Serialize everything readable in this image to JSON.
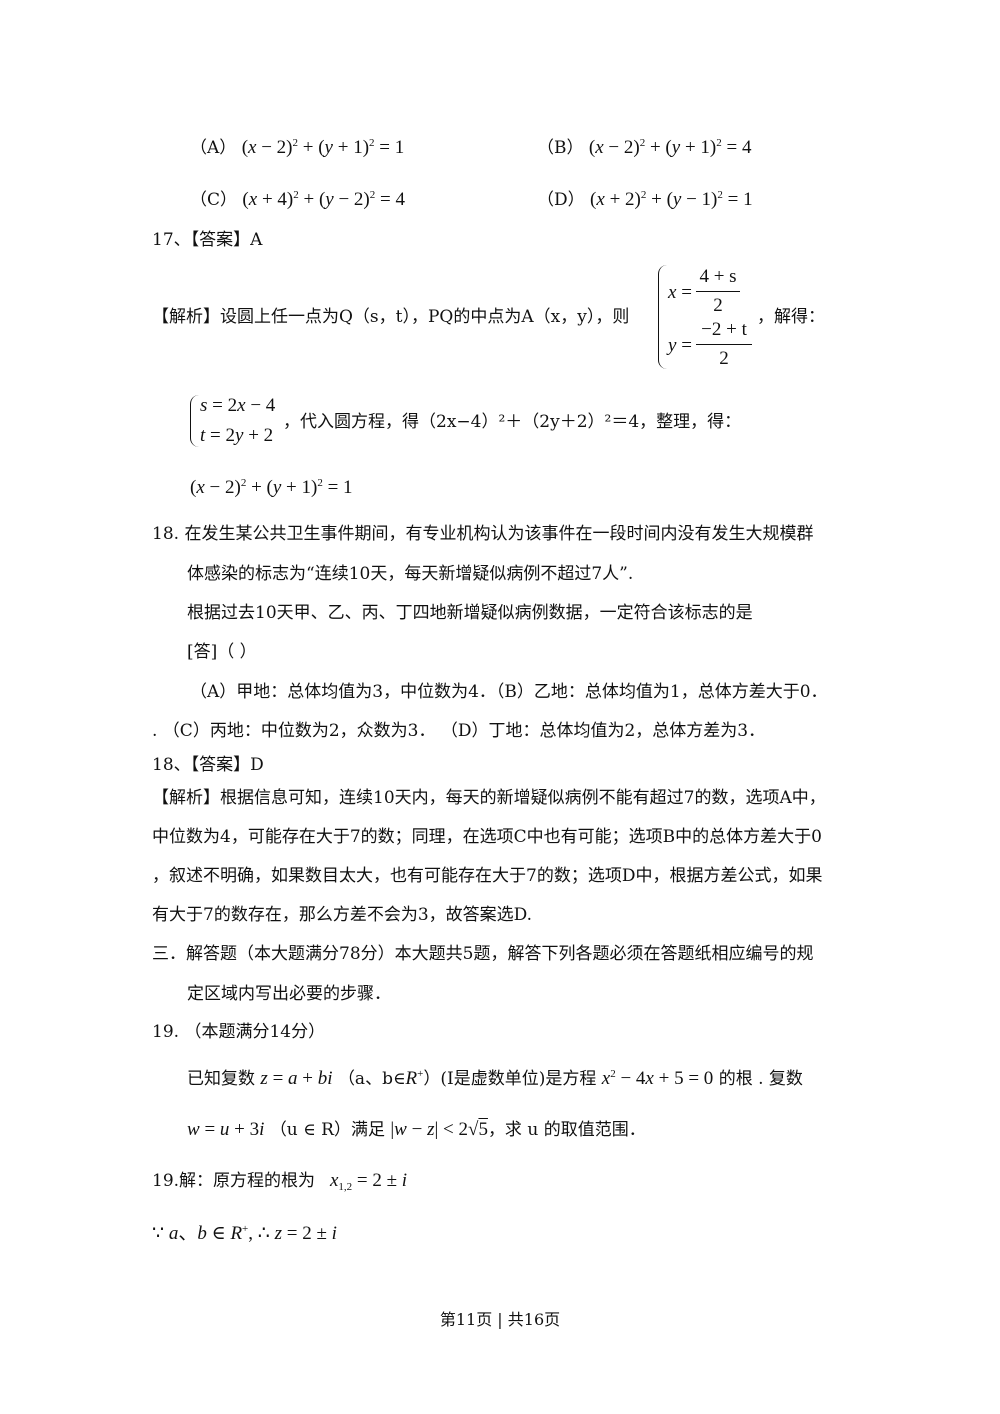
{
  "options_q17": {
    "a_label": "（A）",
    "a_expr": "(x−2)² + (y+1)² = 1",
    "b_label": "（B）",
    "b_expr": "(x−2)² + (y+1)² = 4",
    "c_label": "（C）",
    "c_expr": "(x+4)² + (y−2)² = 4",
    "d_label": "（D）",
    "d_expr": "(x+2)² + (y−1)² = 1"
  },
  "q17_answer": "17、【答案】A",
  "q17_analysis": {
    "intro": "【解析】设圆上任一点为Q（s，t），PQ的中点为A（x，y），则",
    "sys1_x_lhs": "x =",
    "sys1_x_num": "4 + s",
    "sys1_x_den": "2",
    "sys1_y_lhs": "y =",
    "sys1_y_num": "−2 + t",
    "sys1_y_den": "2",
    "after_sys1": "，解得：",
    "sys2_s": "s = 2x − 4",
    "sys2_t": "t = 2y + 2",
    "after_sys2": "，代入圆方程，得（2x−4）²＋（2y＋2）²＝4，整理，得：",
    "result": "(x−2)² + (y+1)² = 1"
  },
  "q18": {
    "line1": "18. 在发生某公共卫生事件期间，有专业机构认为该事件在一段时间内没有发生大规模群",
    "line2": "体感染的标志为“连续10天，每天新增疑似病例不超过7人”.",
    "line3": "根据过去10天甲、乙、丙、丁四地新增疑似病例数据，一定符合该标志的是",
    "line4": "[答]（  ）",
    "opt_ab": "（A）甲地：总体均值为3，中位数为4．（B）乙地：总体均值为1，总体方差大于0．",
    "opt_cd": ". （C）丙地：中位数为2，众数为3．    （D）丁地：总体均值为2，总体方差为3．"
  },
  "q18_answer": "18、【答案】D",
  "q18_analysis": [
    "【解析】根据信息可知，连续10天内，每天的新增疑似病例不能有超过7的数，选项A中，",
    "中位数为4，可能存在大于7的数；同理，在选项C中也有可能；选项B中的总体方差大于0",
    "，叙述不明确，如果数目太大，也有可能存在大于7的数；选项D中，根据方差公式，如果",
    "有大于7的数存在，那么方差不会为3，故答案选D."
  ],
  "section3": {
    "line1": "三．解答题（本大题满分78分）本大题共5题，解答下列各题必须在答题纸相应编号的规",
    "line2": "定区域内写出必要的步骤．"
  },
  "q19": {
    "header": "19. （本题满分14分）",
    "t1": "已知复数",
    "z_expr": "z = a + bi",
    "t2": "（a、b∈",
    "t2b": "）(I是虚数单位)是方程",
    "eq_expr": "x² − 4x + 5 = 0",
    "t3": "的根    .    复数",
    "w_expr": "w = u + 3i",
    "t4": "（u ∈ R）满足",
    "abs_expr": "|w − z| < 2√5",
    "t5": "，求 u 的取值范围．"
  },
  "q19_solution": {
    "line1_text": "19.解：原方程的根为",
    "line1_expr": "x₁,₂ = 2 ± i",
    "line2_expr": "∵ a、b ∈ R⁺, ∴ z = 2 ± i"
  },
  "footer": "第11页 | 共16页"
}
